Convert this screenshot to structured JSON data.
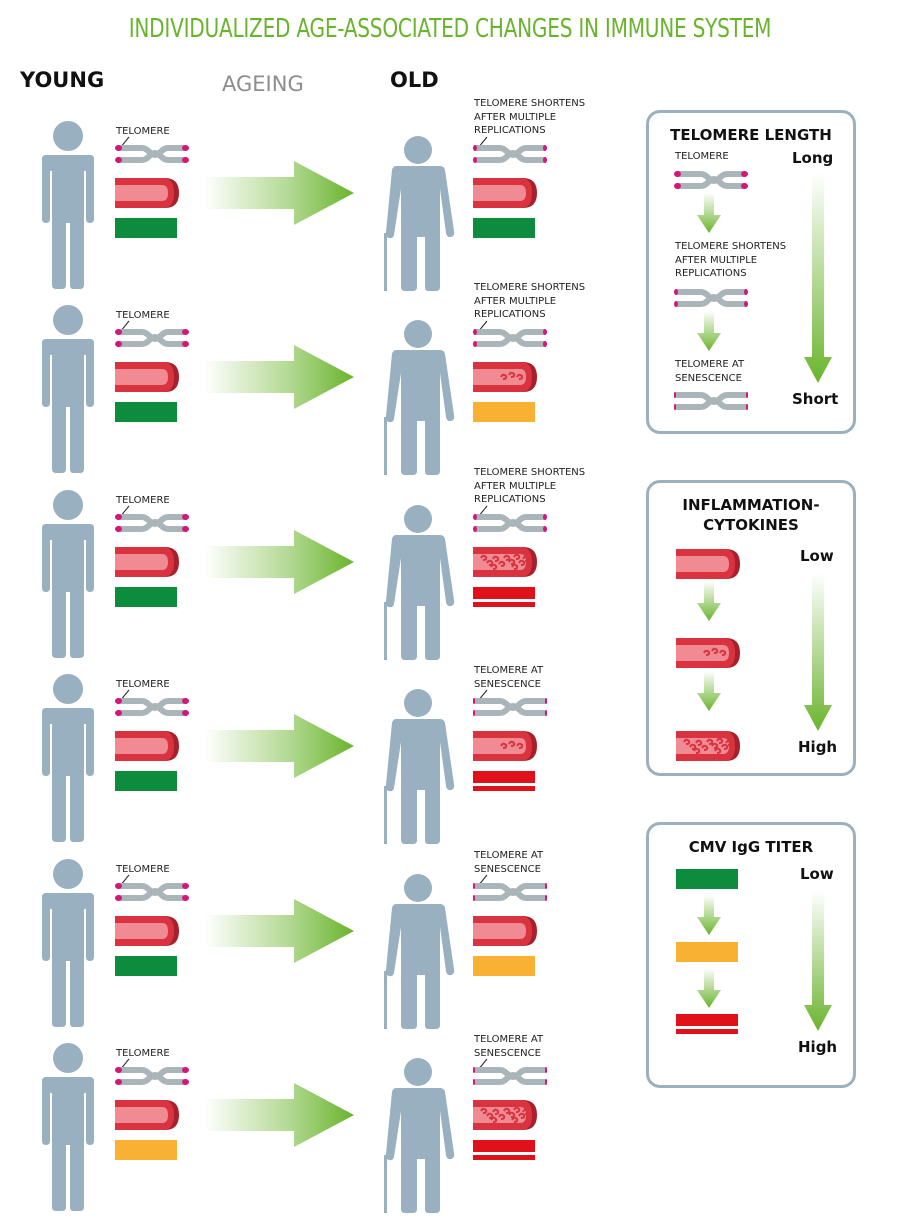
{
  "title": "INDIVIDUALIZED AGE-ASSOCIATED CHANGES IN IMMUNE SYSTEM",
  "columns": {
    "young": "YOUNG",
    "ageing": "AGEING",
    "old": "OLD"
  },
  "colors": {
    "title_green": "#6ab42d",
    "figure": "#98b0c0",
    "chromosome": "#a9b5b8",
    "telomere": "#d6157a",
    "vessel_outer": "#d9333f",
    "vessel_inner": "#f08a93",
    "vessel_cap": "#a8202c",
    "titer_low": "#0c8c3c",
    "titer_mid": "#f8b133",
    "titer_high": "#e0111b",
    "arrow_green": "#6ab42d",
    "panel_border": "#9cb0bf"
  },
  "rows": [
    {
      "young": {
        "telomere_label": "TELOMERE",
        "telomere": "long",
        "inflammation": "low",
        "titer": "low"
      },
      "old": {
        "telomere_label": "TELOMERE SHORTENS\nAFTER MULTIPLE\nREPLICATIONS",
        "telomere": "short",
        "inflammation": "low",
        "titer": "low"
      }
    },
    {
      "young": {
        "telomere_label": "TELOMERE",
        "telomere": "long",
        "inflammation": "low",
        "titer": "low"
      },
      "old": {
        "telomere_label": "TELOMERE SHORTENS\nAFTER MULTIPLE\nREPLICATIONS",
        "telomere": "short",
        "inflammation": "medium",
        "titer": "medium"
      }
    },
    {
      "young": {
        "telomere_label": "TELOMERE",
        "telomere": "long",
        "inflammation": "low",
        "titer": "low"
      },
      "old": {
        "telomere_label": "TELOMERE SHORTENS\nAFTER MULTIPLE\nREPLICATIONS",
        "telomere": "short",
        "inflammation": "high",
        "titer": "high"
      }
    },
    {
      "young": {
        "telomere_label": "TELOMERE",
        "telomere": "long",
        "inflammation": "low",
        "titer": "low"
      },
      "old": {
        "telomere_label": "TELOMERE AT\nSENESCENCE",
        "telomere": "senescent",
        "inflammation": "medium",
        "titer": "high"
      }
    },
    {
      "young": {
        "telomere_label": "TELOMERE",
        "telomere": "long",
        "inflammation": "low",
        "titer": "low"
      },
      "old": {
        "telomere_label": "TELOMERE AT\nSENESCENCE",
        "telomere": "senescent",
        "inflammation": "low",
        "titer": "medium"
      }
    },
    {
      "young": {
        "telomere_label": "TELOMERE",
        "telomere": "long",
        "inflammation": "low",
        "titer": "medium"
      },
      "old": {
        "telomere_label": "TELOMERE AT\nSENESCENCE",
        "telomere": "senescent",
        "inflammation": "high",
        "titer": "high"
      }
    }
  ],
  "legend": {
    "telomere_length": {
      "title": "TELOMERE LENGTH",
      "scale_top": "Long",
      "scale_bottom": "Short",
      "stages": [
        {
          "label": "TELOMERE",
          "telomere": "long"
        },
        {
          "label": "TELOMERE SHORTENS\nAFTER MULTIPLE\nREPLICATIONS",
          "telomere": "short"
        },
        {
          "label": "TELOMERE AT\nSENESCENCE",
          "telomere": "senescent"
        }
      ]
    },
    "inflammation": {
      "title": "INFLAMMATION-\nCYTOKINES",
      "scale_top": "Low",
      "scale_bottom": "High",
      "stages": [
        "low",
        "medium",
        "high"
      ]
    },
    "cmv": {
      "title": "CMV IgG TITER",
      "scale_top": "Low",
      "scale_bottom": "High",
      "stages": [
        "low",
        "medium",
        "high"
      ]
    }
  }
}
